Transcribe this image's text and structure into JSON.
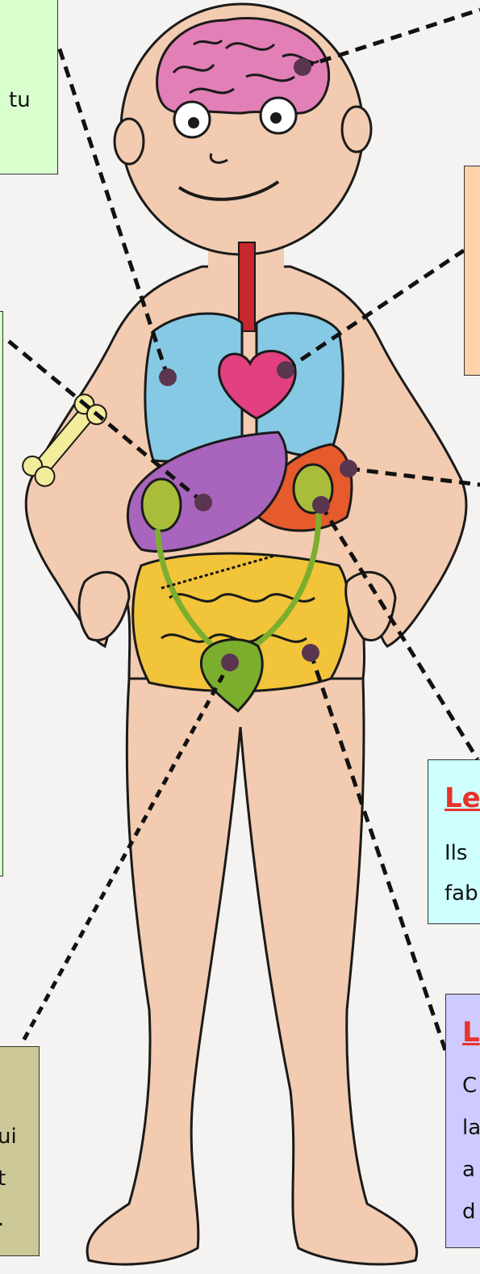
{
  "colors": {
    "background": "#f4f3f1",
    "skin": "#f2cbb0",
    "outline": "#1a1a1a",
    "brain": "#e27fb6",
    "lungs": "#86c9e4",
    "heart": "#e2407f",
    "liver": "#a964bd",
    "stomach": "#e65b2b",
    "kidneys": "#a9bd3b",
    "intestines": "#f2c43a",
    "bladder": "#7cae2e",
    "bone": "#f3ec9a",
    "artery": "#c8262e",
    "marker": "#5a3550",
    "box_top_left": "#d9ffcf",
    "box_orange": "#ffd3aa",
    "box_left_mid": "#d9ffcf",
    "box_cyan": "#cfffff",
    "box_olive": "#cdc898",
    "box_lavender": "#cdcbff",
    "title_red": "#e8322c"
  },
  "boxes": {
    "top_left": {
      "text": "tu"
    },
    "bottom_left": {
      "lines": [
        "ui",
        "t",
        "."
      ]
    },
    "cyan": {
      "title": "Le",
      "lines": [
        "Ils",
        "fab"
      ]
    },
    "lavender": {
      "title": "L",
      "lines": [
        "C",
        "la",
        "a",
        "d"
      ]
    }
  }
}
